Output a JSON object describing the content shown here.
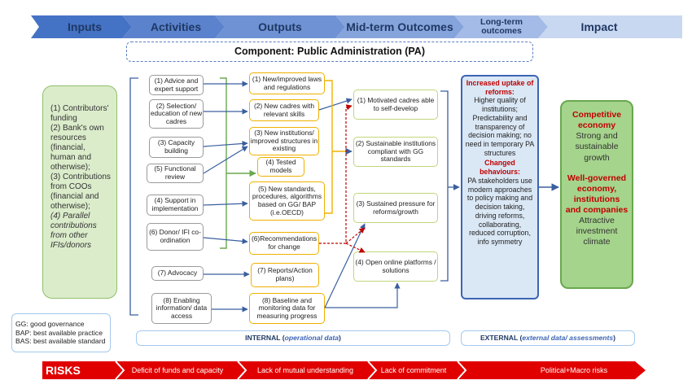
{
  "colors": {
    "chevron_dark": "#4472c4",
    "chevron_light": "#c9d8f1",
    "risk_red": "#e00000",
    "inputs_bg": "#dbeccb",
    "impact_bg": "#a5d48c",
    "outputs_border": "#f0b000"
  },
  "stages": [
    {
      "label": "Inputs"
    },
    {
      "label": "Activities"
    },
    {
      "label": "Outputs"
    },
    {
      "label": "Mid-term Outcomes"
    },
    {
      "label": "Long-term outcomes"
    },
    {
      "label": "Impact"
    }
  ],
  "component": "Component: Public Administration (PA)",
  "inputs": {
    "line1": "(1) Contributors' funding",
    "line2": "(2) Bank's own resources (financial, human and otherwise);",
    "line3": "(3) Contributions from COOs (financial and otherwise);",
    "line4": "(4) Parallel contributions from other IFIs/donors"
  },
  "activities": [
    "(1) Advice and expert support",
    "(2) Selection/ education of new cadres",
    "(3) Capacity building",
    "(5) Functional review",
    "(4) Support in implementation",
    "(6) Donor/ IFI co-ordination",
    "(7) Advocacy",
    "(8) Enabling information/ data access"
  ],
  "outputs": [
    "(1) New/improved laws and regulations",
    "(2) New cadres with relevant skills",
    "(3) New institutions/ improved structures in existing",
    "(4) Tested models",
    "(5) New standards, procedures, algorithms based on GG/ BAP (i.e.OECD)",
    "(6)Recommendations for change",
    "(7) Reports/Action plans)",
    "(8) Baseline and monitoring data for measuring progress"
  ],
  "midterm": [
    "(1) Motivated cadres able to self-develop",
    "(2) Sustainable institutions compliant with GG standards",
    "(3) Sustained pressure for reforms/growth",
    "(4) Open online platforms / solutions"
  ],
  "longterm": {
    "heading1": "Increased uptake of reforms:",
    "body1": "Higher quality of institutions; Predictability and transparency of decision making; no need in temporary PA structures",
    "heading2": "Changed behaviours:",
    "body2": "PA stakeholders use modern approaches to policy making and decision taking, driving reforms, collaborating, reduced corruption, info symmetry"
  },
  "impact": {
    "heading1": "Competitive economy",
    "body1": "Strong and sustainable growth",
    "heading2": "Well-governed economy, institutions and companies",
    "body2": "Attractive investment climate"
  },
  "legend": [
    "GG: good governance",
    "BAP: best available practice",
    "BAS: best available standard"
  ],
  "internal": {
    "prefix": "INTERNAL (",
    "detail": "operational data",
    "suffix": ")"
  },
  "external": {
    "prefix": "EXTERNAL (",
    "detail": "external data/ assessments",
    "suffix": ")"
  },
  "risks": {
    "title": "RISKS",
    "items": [
      "Deficit of funds and capacity",
      "Lack of mutual understanding",
      "Lack of commitment",
      "Political+Macro risks"
    ]
  }
}
